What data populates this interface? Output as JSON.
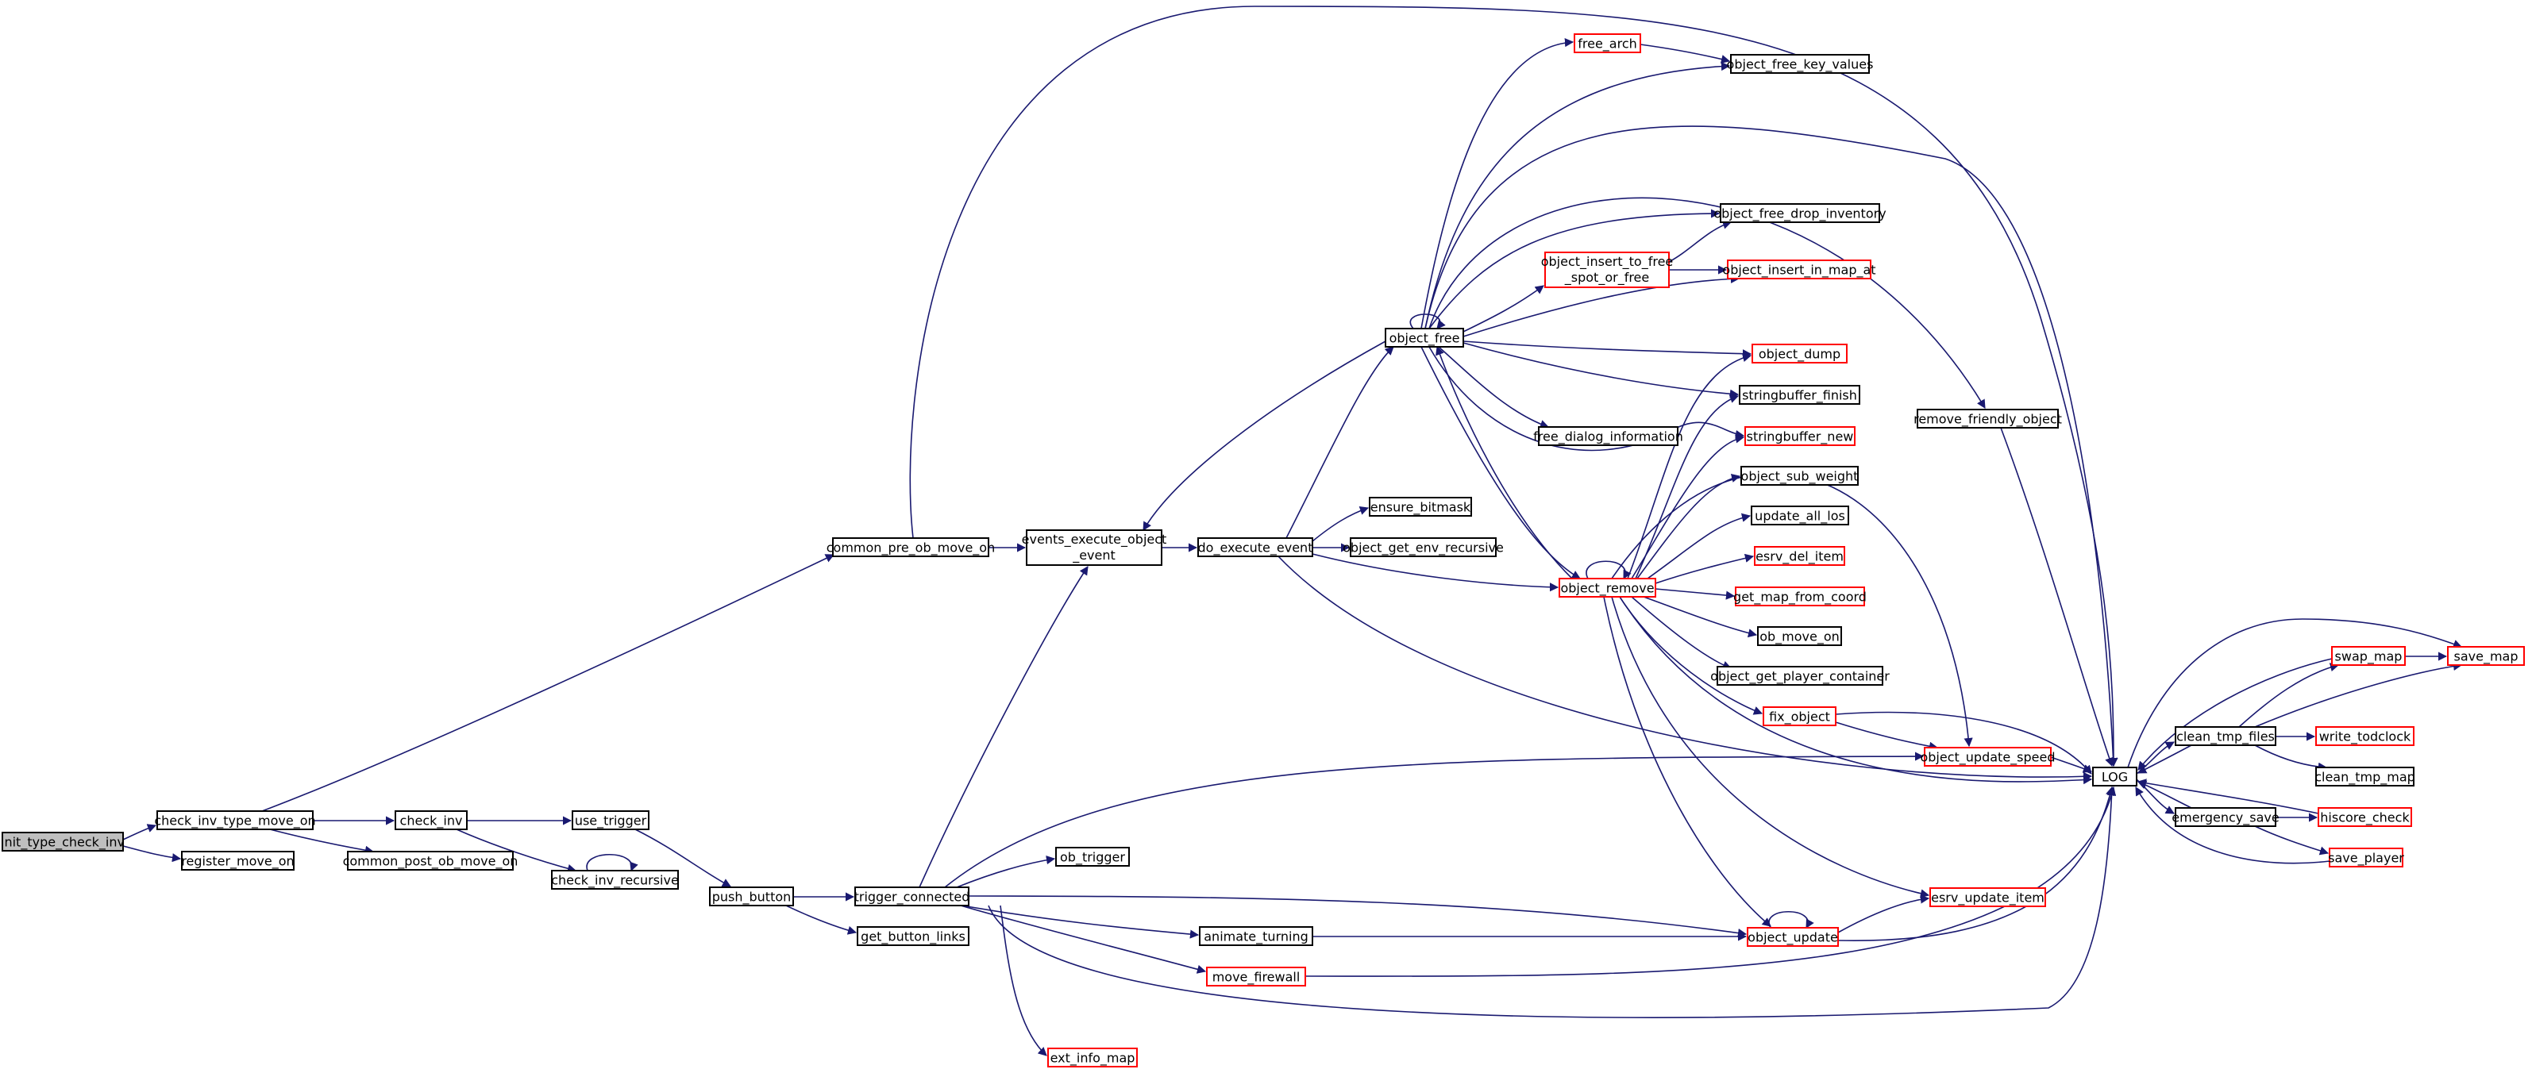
{
  "colors": {
    "edge": "#191970",
    "normal_border": "#000000",
    "linked_border": "#ff0000",
    "root_fill": "#bfbfbf",
    "node_fill": "#ffffff"
  },
  "nodes": {
    "init_type_check_inv": {
      "label": "init_type_check_inv",
      "style": "root"
    },
    "check_inv_type_move_on": {
      "label": "check_inv_type_move_on",
      "style": "normal"
    },
    "register_move_on": {
      "label": "register_move_on",
      "style": "normal"
    },
    "common_pre_ob_move_on": {
      "label": "common_pre_ob_move_on",
      "style": "normal"
    },
    "check_inv": {
      "label": "check_inv",
      "style": "normal"
    },
    "common_post_ob_move_on": {
      "label": "common_post_ob_move_on",
      "style": "normal"
    },
    "use_trigger": {
      "label": "use_trigger",
      "style": "normal"
    },
    "check_inv_recursive": {
      "label": "check_inv_recursive",
      "style": "normal"
    },
    "push_button": {
      "label": "push_button",
      "style": "normal"
    },
    "trigger_connected": {
      "label": "trigger_connected",
      "style": "normal"
    },
    "get_button_links": {
      "label": "get_button_links",
      "style": "normal"
    },
    "events_execute_object_event": {
      "label": [
        "events_execute_object",
        "_event"
      ],
      "style": "normal"
    },
    "do_execute_event": {
      "label": "do_execute_event",
      "style": "normal"
    },
    "ensure_bitmask": {
      "label": "ensure_bitmask",
      "style": "normal"
    },
    "object_get_env_recursive": {
      "label": "object_get_env_recursive",
      "style": "normal"
    },
    "ob_trigger": {
      "label": "ob_trigger",
      "style": "normal"
    },
    "animate_turning": {
      "label": "animate_turning",
      "style": "normal"
    },
    "move_firewall": {
      "label": "move_firewall",
      "style": "linked"
    },
    "ext_info_map": {
      "label": "ext_info_map",
      "style": "linked"
    },
    "object_free": {
      "label": "object_free",
      "style": "normal"
    },
    "free_arch": {
      "label": "free_arch",
      "style": "linked"
    },
    "object_free_key_values": {
      "label": "object_free_key_values",
      "style": "normal"
    },
    "object_free_drop_inventory": {
      "label": "object_free_drop_inventory",
      "style": "normal"
    },
    "object_insert_to_free_spot_or_free": {
      "label": [
        "object_insert_to_free",
        "_spot_or_free"
      ],
      "style": "linked"
    },
    "object_insert_in_map_at": {
      "label": "object_insert_in_map_at",
      "style": "linked"
    },
    "object_dump": {
      "label": "object_dump",
      "style": "linked"
    },
    "stringbuffer_finish": {
      "label": "stringbuffer_finish",
      "style": "normal"
    },
    "free_dialog_information": {
      "label": "free_dialog_information",
      "style": "normal"
    },
    "stringbuffer_new": {
      "label": "stringbuffer_new",
      "style": "linked"
    },
    "object_sub_weight": {
      "label": "object_sub_weight",
      "style": "normal"
    },
    "update_all_los": {
      "label": "update_all_los",
      "style": "normal"
    },
    "esrv_del_item": {
      "label": "esrv_del_item",
      "style": "linked"
    },
    "get_map_from_coord": {
      "label": "get_map_from_coord",
      "style": "linked"
    },
    "ob_move_on": {
      "label": "ob_move_on",
      "style": "normal"
    },
    "object_get_player_container": {
      "label": "object_get_player_container",
      "style": "normal"
    },
    "fix_object": {
      "label": "fix_object",
      "style": "linked"
    },
    "object_remove": {
      "label": "object_remove",
      "style": "linked"
    },
    "remove_friendly_object": {
      "label": "remove_friendly_object",
      "style": "normal"
    },
    "object_update_speed": {
      "label": "object_update_speed",
      "style": "linked"
    },
    "esrv_update_item": {
      "label": "esrv_update_item",
      "style": "linked"
    },
    "object_update": {
      "label": "object_update",
      "style": "linked"
    },
    "LOG": {
      "label": "LOG",
      "style": "normal"
    },
    "clean_tmp_files": {
      "label": "clean_tmp_files",
      "style": "normal"
    },
    "emergency_save": {
      "label": "emergency_save",
      "style": "normal"
    },
    "swap_map": {
      "label": "swap_map",
      "style": "linked"
    },
    "save_map": {
      "label": "save_map",
      "style": "linked"
    },
    "write_todclock": {
      "label": "write_todclock",
      "style": "linked"
    },
    "clean_tmp_map": {
      "label": "clean_tmp_map",
      "style": "normal"
    },
    "hiscore_check": {
      "label": "hiscore_check",
      "style": "linked"
    },
    "save_player": {
      "label": "save_player",
      "style": "linked"
    }
  }
}
